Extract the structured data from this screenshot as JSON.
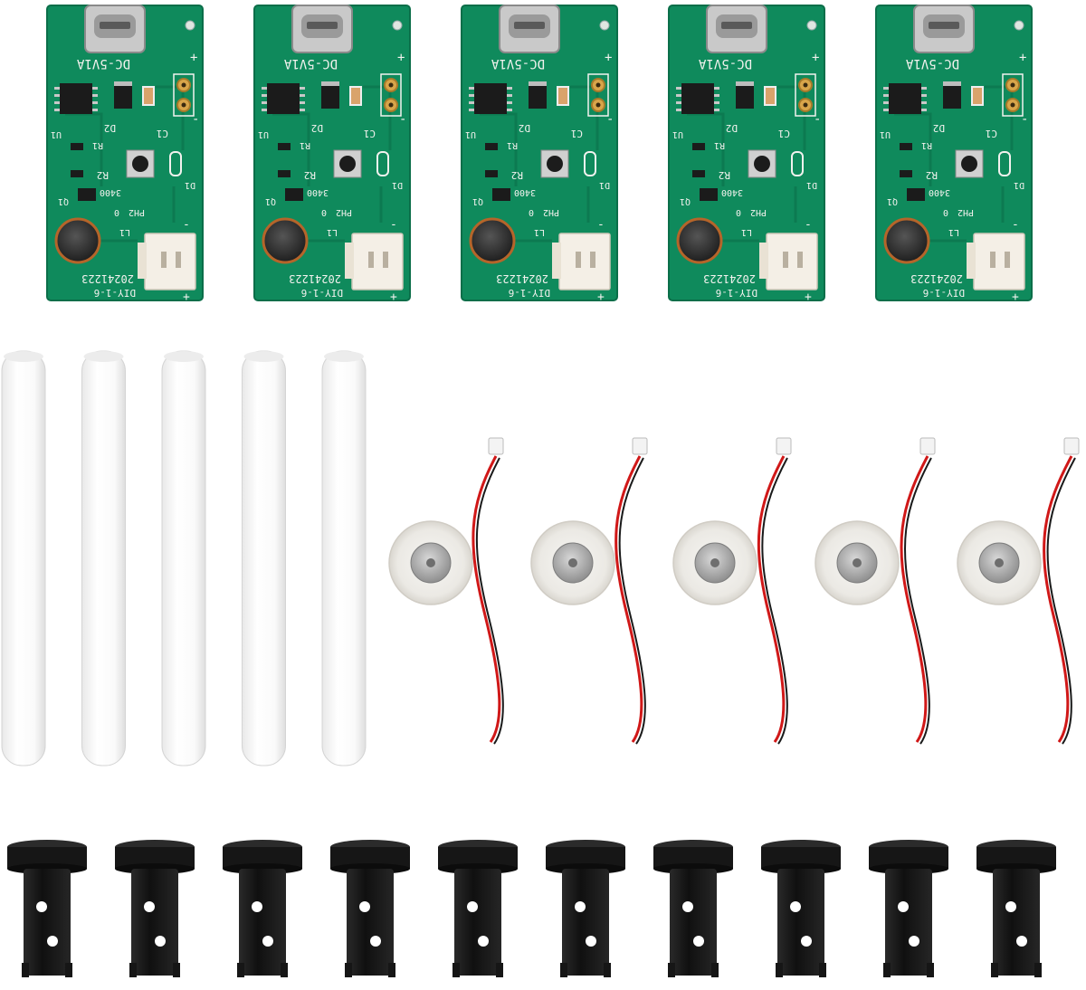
{
  "colors": {
    "pcb": "#0f8a5c",
    "pcb_dark": "#0b6e49",
    "silkscreen": "#f2f2ee",
    "connector": "#f4efe6",
    "sponge": "#fbfbfb",
    "disc": "#eceae6",
    "wire_red": "#d01818",
    "wire_black": "#1a1a1a",
    "holder": "#161616"
  },
  "boards": {
    "count": 5,
    "silk": {
      "dc": "DC-5V1A",
      "c1": "C1",
      "d2": "D2",
      "r1": "R1",
      "u1": "U1",
      "r2": "R2",
      "res": "3400",
      "q1": "Q1",
      "ph2": "PH2",
      "zero": "0",
      "d1": "D1",
      "l1": "L1",
      "date": "20241223",
      "model": "DIY-1-6",
      "plus": "+",
      "minus": "-"
    }
  },
  "sponges": {
    "count": 5
  },
  "discs": {
    "count": 5
  },
  "holders": {
    "count": 10
  }
}
